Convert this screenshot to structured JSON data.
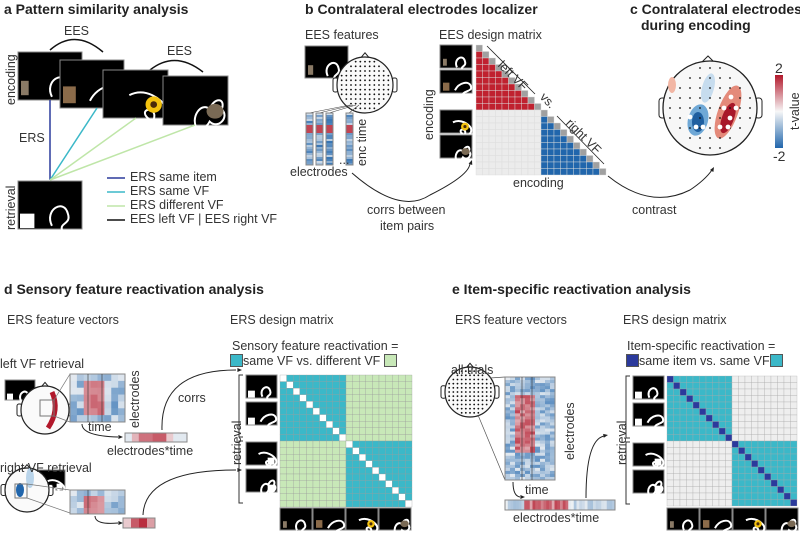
{
  "panel_a": {
    "title": "a Pattern similarity analysis",
    "ees_label_1": "EES",
    "ees_label_2": "EES",
    "ers_label": "ERS",
    "encoding_label": "encoding",
    "retrieval_label": "retrieval",
    "legend": [
      {
        "label": "ERS same item",
        "color": "#2b3a9c"
      },
      {
        "label": "ERS same VF",
        "color": "#3bb8c8"
      },
      {
        "label": "ERS different VF",
        "color": "#bfe6a8"
      },
      {
        "label": "EES left VF | EES right VF",
        "color": "#111111"
      }
    ]
  },
  "panel_b": {
    "title": "b Contralateral electrodes localizer",
    "features_label": "EES features",
    "enc_time_label": "enc time",
    "electrodes_label": "electrodes",
    "ellipsis": "...",
    "matrix_title": "EES design matrix",
    "encoding_y_label": "encoding",
    "encoding_x_label": "encoding",
    "left_vf": "left VF",
    "vs": "vs.",
    "right_vf": "right VF",
    "corrs_line1": "corrs between",
    "corrs_line2": "item pairs",
    "contrast": "contrast",
    "colors": {
      "left": "#c0212f",
      "right": "#2166ac",
      "off": "#ececec",
      "diag": "#a0a0a0"
    }
  },
  "panel_c": {
    "title_line1": "c Contralateral electrodes",
    "title_line2": "during encoding",
    "colorbar_max": "2",
    "colorbar_min": "-2",
    "colorbar_label": "t-value"
  },
  "panel_d": {
    "title": "d Sensory feature reactivation analysis",
    "vectors_title": "ERS feature vectors",
    "matrix_title": "ERS design matrix",
    "left_retrieval": "left VF retrieval",
    "right_retrieval": "right VF retrieval",
    "electrodes_label": "electrodes",
    "time_label": "time",
    "electrodes_time_label": "electrodes*time",
    "corrs_label": "corrs",
    "retrieval_label": "retrieval",
    "formula_line1": "Sensory feature reactivation =",
    "formula_line2": "same VF vs. different VF",
    "colors": {
      "same": "#3bb8c8",
      "different": "#c8e8b8",
      "diag": "#ffffff"
    }
  },
  "panel_e": {
    "title": "e Item-specific reactivation analysis",
    "vectors_title": "ERS feature vectors",
    "matrix_title": "ERS design matrix",
    "all_trials": "all trials",
    "electrodes_label": "electrodes",
    "time_label": "time",
    "electrodes_time_label": "electrodes*time",
    "retrieval_label": "retrieval",
    "formula_line1": "Item-specific reactivation =",
    "formula_line2": "same item vs. same VF",
    "colors": {
      "item": "#2b3a9c",
      "same": "#3bb8c8",
      "off": "#eeeeee"
    }
  }
}
